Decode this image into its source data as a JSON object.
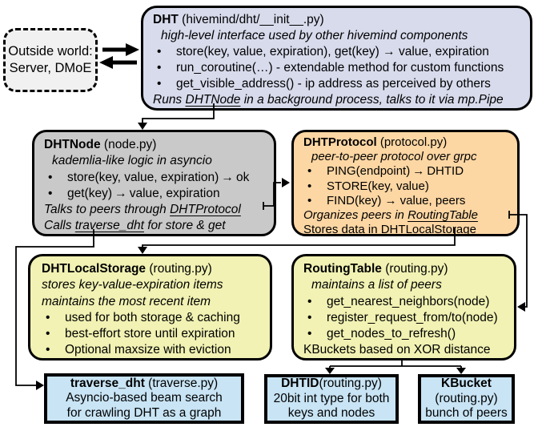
{
  "colors": {
    "border": "#000000",
    "dht_fill": "#d8dbec",
    "node_fill": "#c9c9c9",
    "protocol_fill": "#fcd6a3",
    "storage_fill": "#f1f2b3",
    "leaf_fill": "#c8e4f5",
    "outside_fill": "#f1f1f1"
  },
  "outside": {
    "line1": "Outside world:",
    "line2": "Server, DMoE"
  },
  "dht": {
    "title": "DHT",
    "file": "(hivemind/dht/__init__.py)",
    "subtitle": "high-level interface used by other hivemind components",
    "bullets": [
      "store(key, value, expiration), get(key) → value, expiration",
      "run_coroutine(…) - extendable method for custom functions",
      "get_visible_address() - ip address as perceived by others"
    ],
    "footer": {
      "pre": "Runs ",
      "link": "DHTNode",
      "post": " in a background process, talks to it via mp.Pipe"
    }
  },
  "dhtnode": {
    "title": "DHTNode",
    "file": "(node.py)",
    "subtitle": "kademlia-like logic in asyncio",
    "bullets": [
      "store(key, value, expiration) → ok",
      "get(key) → value, expiration"
    ],
    "footer1": {
      "pre": "Talks to peers through ",
      "link": "DHTProtocol"
    },
    "footer2": {
      "pre": "Calls ",
      "link": "traverse_dht",
      "post": " for store & get"
    }
  },
  "dhtprotocol": {
    "title": "DHTProtocol",
    "file": "(protocol.py)",
    "subtitle": "peer-to-peer protocol over grpc",
    "bullets": [
      "PING(endpoint) → DHTID",
      "STORE(key, value)",
      "FIND(key) → value, peers"
    ],
    "footer1": {
      "pre": "Organizes peers in ",
      "link": "RoutingTable"
    },
    "footer2": {
      "pre": "Stores data in DHT",
      "link": "LocalStorage"
    }
  },
  "dhtlocalstorage": {
    "title": "DHTLocalStorage",
    "file": "(routing.py)",
    "subtitle1": "stores key-value-expiration items",
    "subtitle2": "maintains the most recent item",
    "bullets": [
      "used for both storage & caching",
      "best-effort store until expiration",
      "Optional maxsize with eviction"
    ]
  },
  "routingtable": {
    "title": "RoutingTable",
    "file": "(routing.py)",
    "subtitle": "maintains a list of peers",
    "bullets": [
      "get_nearest_neighbors(node)",
      "register_request_from/to(node)",
      "get_nodes_to_refresh()"
    ],
    "footer": "KBuckets based on XOR distance"
  },
  "traverse": {
    "title": "traverse_dht",
    "file": " (traverse.py)",
    "line1": "Asyncio-based beam search",
    "line2": "for crawling DHT as a graph"
  },
  "dhtid": {
    "title": "DHTID",
    "file": "(routing.py)",
    "line1": "20bit int type for both",
    "line2": "keys and nodes"
  },
  "kbucket": {
    "title": "KBucket",
    "file": "(routing.py)",
    "line1": "bunch of peers"
  }
}
